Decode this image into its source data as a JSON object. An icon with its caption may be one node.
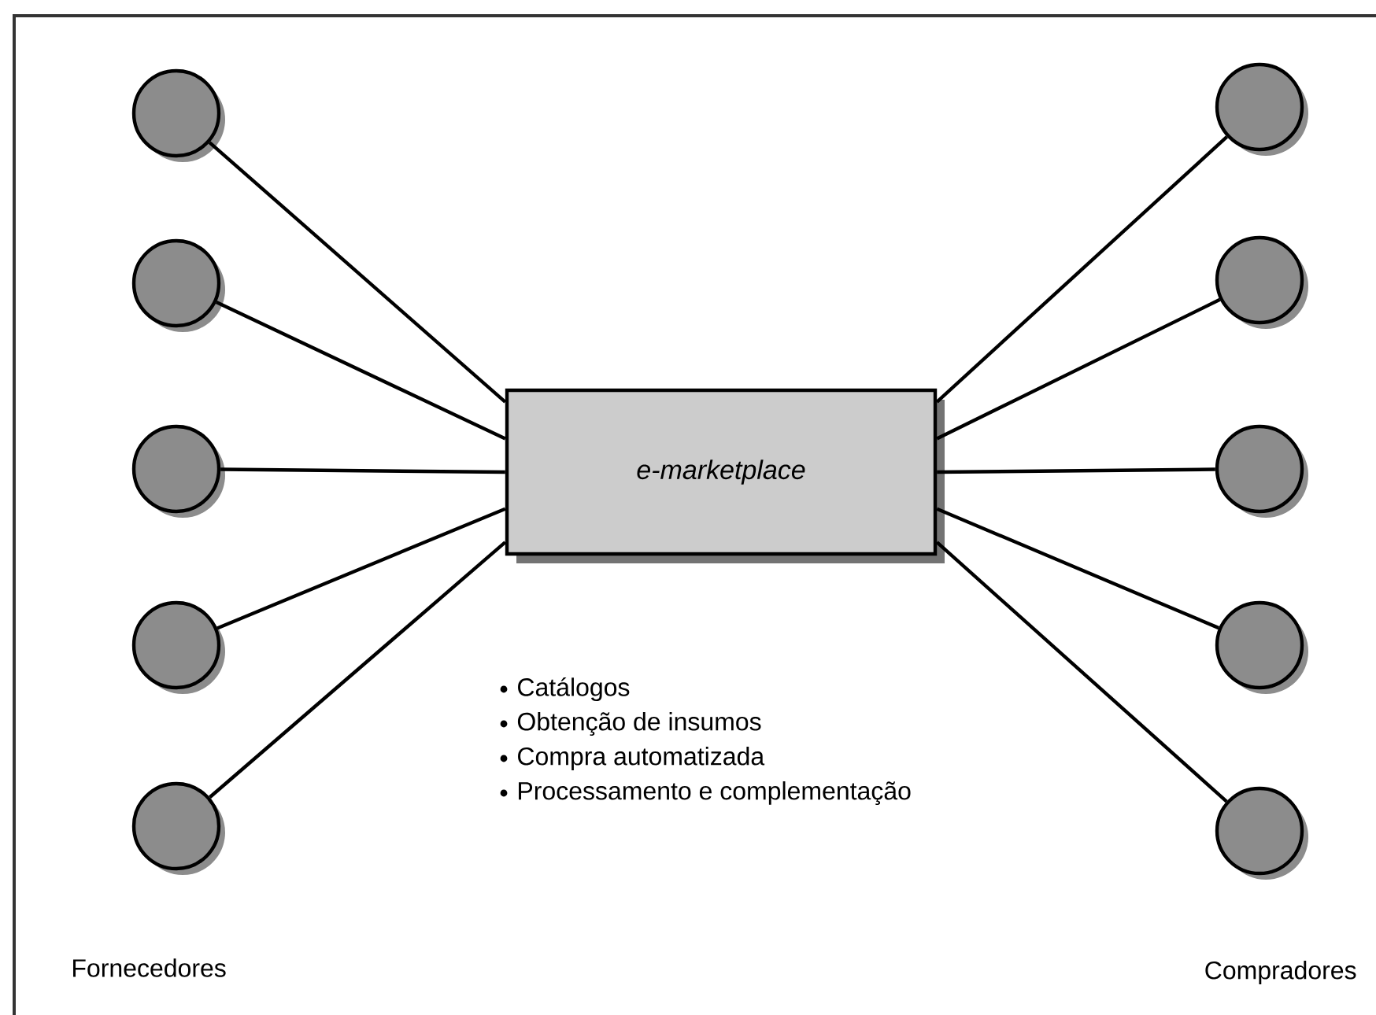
{
  "diagram": {
    "nodes": [
      {
        "text": [
          "e-marketplace"
        ]
      },
      {
        "text": [],
        "shape": "circle"
      },
      {
        "text": [],
        "shape": "circle"
      },
      {
        "text": [],
        "shape": "circle"
      },
      {
        "text": [],
        "shape": "circle"
      },
      {
        "text": [],
        "shape": "circle"
      },
      {
        "text": [],
        "shape": "circle"
      },
      {
        "text": [],
        "shape": "circle"
      },
      {
        "text": [],
        "shape": "circle"
      },
      {
        "text": [],
        "shape": "circle"
      },
      {
        "text": [],
        "shape": "circle"
      }
    ],
    "edges": [
      {
        "from": 1,
        "to": 0,
        "arrow": "none"
      },
      {
        "from": 2,
        "to": 0,
        "arrow": "none"
      },
      {
        "from": 3,
        "to": 0,
        "arrow": "none"
      },
      {
        "from": 4,
        "to": 0,
        "arrow": "none"
      },
      {
        "from": 5,
        "to": 0,
        "arrow": "none"
      },
      {
        "from": 0,
        "to": 6,
        "arrow": "none"
      },
      {
        "from": 0,
        "to": 7,
        "arrow": "none"
      },
      {
        "from": 0,
        "to": 8,
        "arrow": "none"
      },
      {
        "from": 0,
        "to": 9,
        "arrow": "none"
      },
      {
        "from": 0,
        "to": 10,
        "arrow": "none"
      }
    ],
    "labels": [
      "Catálogos",
      "Obtenção de insumos",
      "Compra automatizada",
      "Processamento e complementação",
      "Fornecedores",
      "Compradores"
    ]
  }
}
